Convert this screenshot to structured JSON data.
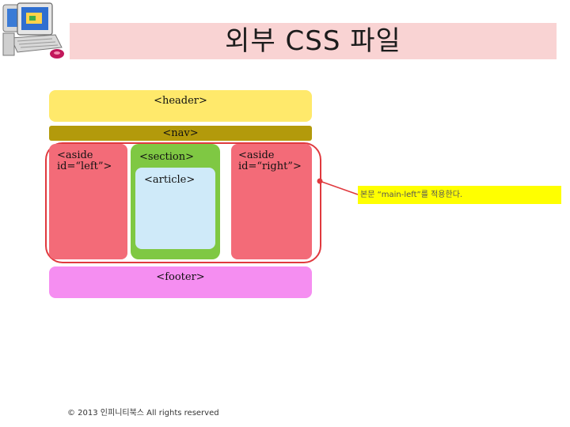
{
  "slide": {
    "title": "외부 CSS 파일"
  },
  "layout": {
    "header_tag": "<header>",
    "nav_tag": "<nav>",
    "aside_left_tag": "<aside\nid=“left”>",
    "section_tag": "<section>",
    "article_tag": "<article>",
    "aside_right_tag": "<aside\nid=“right”>",
    "footer_tag": "<footer>"
  },
  "callout": {
    "text": "본문 “main-left”를 적용한다."
  },
  "footer": {
    "copyright": "© 2013 인피니티북스 All rights reserved"
  },
  "colors": {
    "title_bar": "#f9d3d3",
    "header": "#ffe96b",
    "nav": "#b39a0b",
    "aside": "#f36b78",
    "section": "#7fc843",
    "article": "#cfeaf9",
    "footer": "#f58ef1",
    "outline": "#e0393e",
    "callout_bg": "#ffff00"
  },
  "icons": {
    "clipart": "computer-clipart-icon"
  }
}
